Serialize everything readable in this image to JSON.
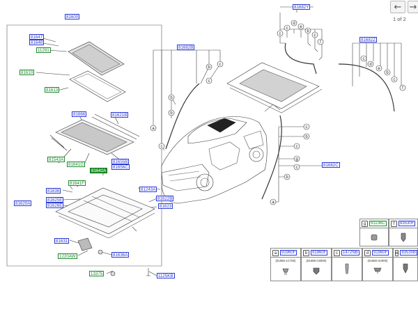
{
  "nav": {
    "prev_icon": "arrow-left-icon",
    "next_icon": "arrow-right-icon",
    "page_indicator": "1 of 2"
  },
  "labels": {
    "l81600": "81600",
    "l81647": "81647",
    "l81648": "81648",
    "l11291": "11291",
    "l81610": "81610",
    "l81613": "81613",
    "l81666": "81666",
    "l81621B": "81621B",
    "l81543A": "81543A",
    "l81641G": "81641G",
    "l81655B": "81655B",
    "l81656C": "81656C",
    "l81642A": "81642A",
    "l81641F": "81641F",
    "l81636": "81636",
    "l81620A": "81620A",
    "l81625E": "81625E",
    "l81626E": "81626E",
    "l81243A": "81243A",
    "l81622B": "81622B",
    "l81623": "81623",
    "l81631": "81631",
    "l1220AW": "1220AW",
    "l81636A": "81636A",
    "l13375": "13375",
    "l1125KB": "1125KB",
    "l81682Y": "81682Y",
    "l81682B": "81682B",
    "l81682Z": "81682Z",
    "l81682C": "81682C"
  },
  "callouts": {
    "a": "a",
    "b": "b",
    "c": "c",
    "d": "d",
    "e": "e",
    "f": "f",
    "g": "g"
  },
  "parts_table": {
    "row1": [
      {
        "letter": "g",
        "number": "91136C",
        "color": "g"
      },
      {
        "letter": "f",
        "number": "83530F",
        "color": "b"
      }
    ],
    "row2": [
      {
        "letter": "a",
        "number": "91960F",
        "color": "b",
        "note": "(81965-1C700)"
      },
      {
        "letter": "b",
        "number": "91960F",
        "color": "b",
        "note": "(81699-C8000)"
      },
      {
        "letter": "c",
        "number": "1472NB",
        "color": "b",
        "note": ""
      },
      {
        "letter": "d",
        "number": "91960F",
        "color": "b",
        "note": "(91968-3U000)"
      },
      {
        "letter": "e",
        "number": "83530B",
        "color": "b",
        "note": ""
      }
    ]
  }
}
